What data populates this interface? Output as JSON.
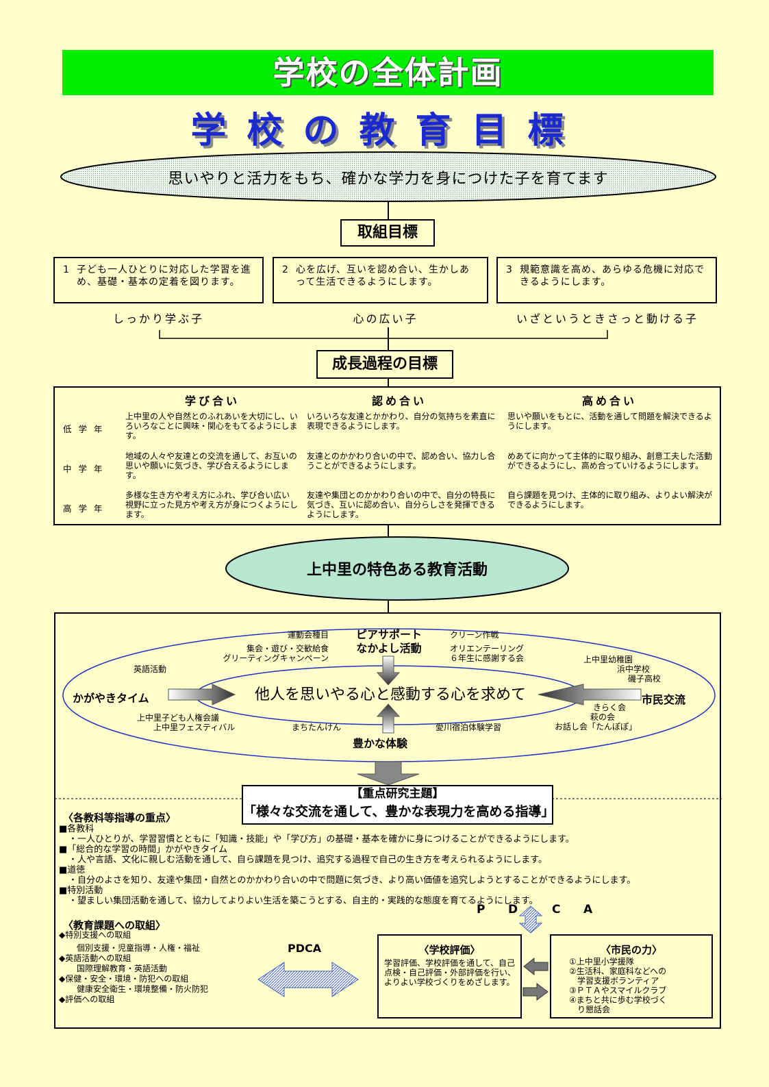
{
  "header": {
    "banner": "学校の全体計画",
    "goal_heading": "学校の教育目標"
  },
  "school_goal": "思いやりと活力をもち、確かな学力を身につけた子を育てます",
  "action_goals": {
    "title": "取組目標",
    "items": [
      {
        "num": "1",
        "text": "子ども一人ひとりに対応した学習を進め、基礎・基本の定着を図ります。"
      },
      {
        "num": "2",
        "text": "心を広げ、互いを認め合い、生かしあって生活できるようにします。"
      },
      {
        "num": "3",
        "text": "規範意識を高め、あらゆる危機に対応できるようにします。"
      }
    ],
    "slogans": [
      "しっかり学ぶ子",
      "心の広い子",
      "いざというときさっと動ける子"
    ]
  },
  "growth_goals": {
    "title": "成長過程の目標",
    "columns": [
      "学び合い",
      "認め合い",
      "高め合い"
    ],
    "rows": [
      {
        "label": "低学年",
        "cells": [
          "上中里の人や自然とのふれあいを大切にし、いろいろなことに興味・関心をもてるようにします。",
          "いろいろな友達とかかわり、自分の気持ちを素直に表現できるようにします。",
          "思いや願いをもとに、活動を通して問題を解決できるようにします。"
        ]
      },
      {
        "label": "中学年",
        "cells": [
          "地域の人々や友達との交流を通して、お互いの思いや願いに気づき、学び合えるようにします。",
          "友達とのかかわり合いの中で、認め合い、協力し合うことができるようにします。",
          "めあてに向かって主体的に取り組み、創意工夫した活動ができるようにし、高め合っていけるようにします。"
        ]
      },
      {
        "label": "高学年",
        "cells": [
          "多様な生き方や考え方にふれ、学び合い広い視野に立った見方や考え方が身につくようにします。",
          "友達や集団とのかかわり合いの中で、自分の特長に気づき、互いに認め合い、自分らしさを発揮できるようにします。",
          "自ら課題を見つけ、主体的に取り組み、よりよい解決ができるようにします。"
        ]
      }
    ]
  },
  "featured": {
    "title": "上中里の特色ある教育活動",
    "center": "他人を思いやる心と感動する心を求めて",
    "top_main": [
      "ピアサポート",
      "なかよし活動"
    ],
    "top_left": [
      "運動会種目",
      "集会・遊び・交歓給食",
      "グリーティングキャンペーン"
    ],
    "top_right": [
      "クリーン作戦",
      "オリエンテーリング",
      "６年生に感謝する会"
    ],
    "left_main": "かがやきタイム",
    "left_sub": "英語活動",
    "right_main": "市民交流",
    "right_top": [
      "上中里幼稚園",
      "浜中学校",
      "磯子高校"
    ],
    "right_bottom": [
      "きらく会",
      "萩の会",
      "お話し会「たんぽぽ」"
    ],
    "bottom_main": "豊かな体験",
    "bottom_left": [
      "上中里子ども人権会議",
      "上中里フェスティバル"
    ],
    "bottom_mid": "まちたんけん",
    "bottom_right": "愛川宿泊体験学習"
  },
  "research": {
    "label": "【重点研究主題】",
    "theme": "「様々な交流を通して、豊かな表現力を高める指導」"
  },
  "subjects": {
    "title": "〈各教科等指導の重点〉",
    "items": [
      {
        "head": "■各教科",
        "body": "・一人ひとりが、学習習慣とともに「知識・技能」や「学び方」の基礎・基本を確かに身につけることができるようにします。"
      },
      {
        "head": "■「総合的な学習の時間」かがやきタイム",
        "body": "・人や言語、文化に親しむ活動を通して、自ら課題を見つけ、追究する過程で自己の生き方を考えられるようにします。"
      },
      {
        "head": "■道徳",
        "body": "・自分のよさを知り、友達や集団・自然とのかかわり合いの中で問題に気づき、より高い価値を追究しようとすることができるようにします。"
      },
      {
        "head": "■特別活動",
        "body": "・望ましい集団活動を通して、協力してよりよい生活を築こうとする、自主的・実践的な態度を育てるようにします。"
      }
    ]
  },
  "pdca_letters": [
    "P",
    "D",
    "C",
    "A"
  ],
  "issues": {
    "title": "〈教育課題への取組〉",
    "lines": [
      "◆特別支援への取組",
      "　個別支援・児童指導・人権・福祉",
      "◆英語活動への取組",
      "　国際理解教育・英語活動",
      "◆保健・安全・環境・防犯への取組",
      "　健康安全衛生・環境整備・防火防犯",
      "◆評価への取組"
    ]
  },
  "pdca_label": "PDCA",
  "evaluation": {
    "title": "〈学校評価〉",
    "body": "学習評価、学校評価を通して、自己点検・自己評価・外部評価を行い、よりよい学校づくりをめざします。"
  },
  "citizens": {
    "title": "〈市民の力〉",
    "lines": [
      "①上中里小学援隊",
      "②生活科、家庭科などへの",
      "　学習支援ボランティア",
      "③ＰＴＡやスマイルクラブ",
      "④まちと共に歩む学校づく",
      "　り懇話会"
    ]
  },
  "colors": {
    "banner": "#00ee00",
    "goal_heading": "#1a2ad0",
    "ellipse": "#b8e6d2",
    "page": "#ffffcc"
  }
}
